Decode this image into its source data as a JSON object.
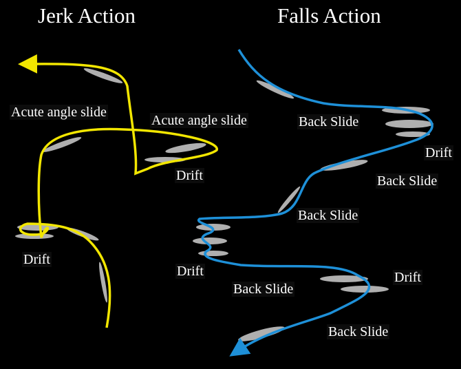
{
  "titles": {
    "left": "Jerk Action",
    "right": "Falls Action"
  },
  "jerk_labels": [
    "Acute angle slide",
    "Acute angle slide",
    "Drift",
    "Drift"
  ],
  "falls_labels": [
    "Back Slide",
    "Drift",
    "Back Slide",
    "Back Slide",
    "Drift",
    "Drift",
    "Back Slide",
    "Back Slide"
  ],
  "colors": {
    "jerk_path": "#f2e600",
    "falls_path": "#1e90d8",
    "trace": "#c8c8c8",
    "background": "#000000"
  }
}
